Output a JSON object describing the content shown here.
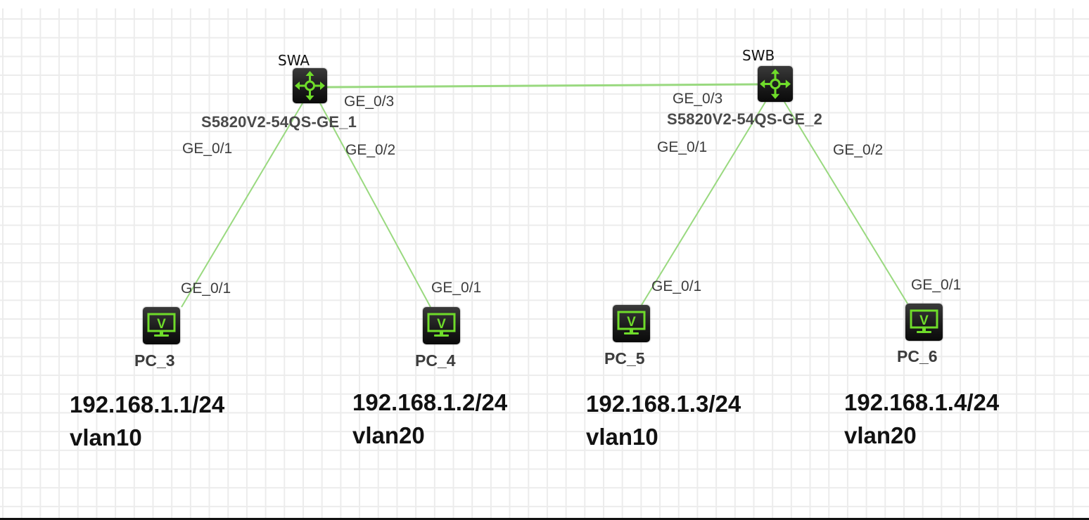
{
  "colors": {
    "link": "#99d97f",
    "icon_glyph": "#6fdc2a",
    "icon_bg": "#1c1c1c"
  },
  "switches": [
    {
      "id": "swa",
      "hostname": "SWA",
      "model_label": "S5820V2-54QS-GE_1",
      "icon": "switch-icon"
    },
    {
      "id": "swb",
      "hostname": "SWB",
      "model_label": "S5820V2-54QS-GE_2",
      "icon": "switch-icon"
    }
  ],
  "pcs": [
    {
      "id": "pc3",
      "name": "PC_3",
      "ip": "192.168.1.1/24",
      "vlan": "vlan10",
      "icon": "pc-icon",
      "glyph": "V"
    },
    {
      "id": "pc4",
      "name": "PC_4",
      "ip": "192.168.1.2/24",
      "vlan": "vlan20",
      "icon": "pc-icon",
      "glyph": "V"
    },
    {
      "id": "pc5",
      "name": "PC_5",
      "ip": "192.168.1.3/24",
      "vlan": "vlan10",
      "icon": "pc-icon",
      "glyph": "V"
    },
    {
      "id": "pc6",
      "name": "PC_6",
      "ip": "192.168.1.4/24",
      "vlan": "vlan20",
      "icon": "pc-icon",
      "glyph": "V"
    }
  ],
  "links": [
    {
      "from": "SWA",
      "from_port": "GE_0/3",
      "to": "SWB",
      "to_port": "GE_0/3"
    },
    {
      "from": "SWA",
      "from_port": "GE_0/1",
      "to": "PC_3",
      "to_port": "GE_0/1"
    },
    {
      "from": "SWA",
      "from_port": "GE_0/2",
      "to": "PC_4",
      "to_port": "GE_0/1"
    },
    {
      "from": "SWB",
      "from_port": "GE_0/1",
      "to": "PC_5",
      "to_port": "GE_0/1"
    },
    {
      "from": "SWB",
      "from_port": "GE_0/2",
      "to": "PC_6",
      "to_port": "GE_0/1"
    }
  ]
}
